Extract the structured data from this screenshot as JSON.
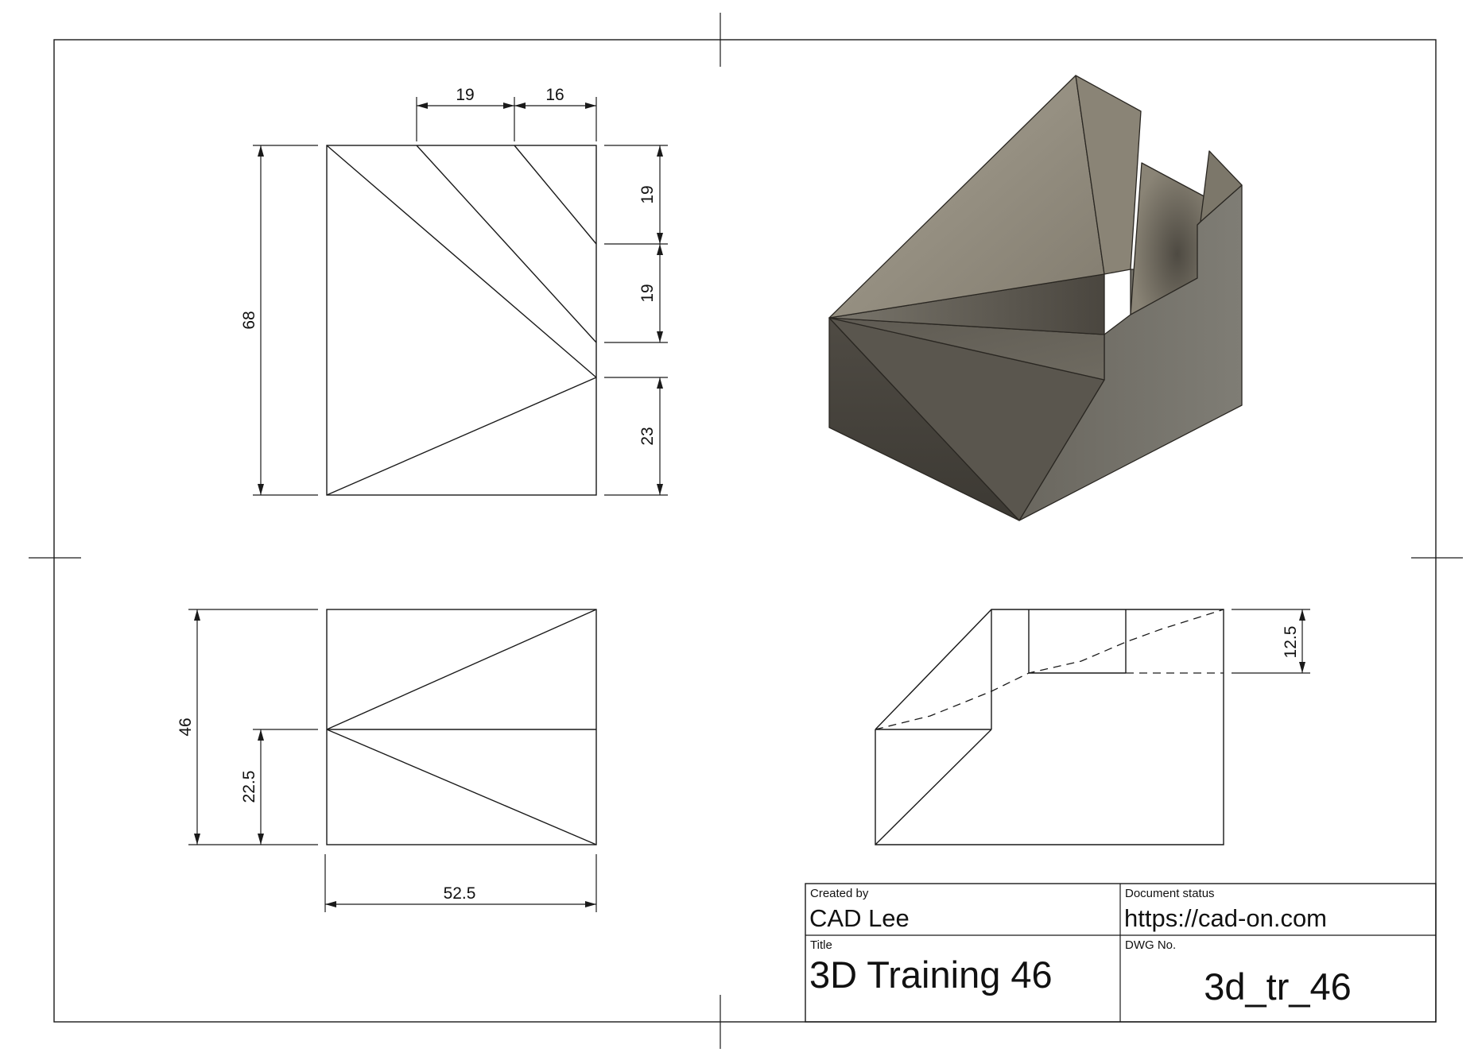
{
  "title_block": {
    "created_by_label": "Created by",
    "created_by": "CAD Lee",
    "status_label": "Document status",
    "status": "https://cad-on.com",
    "title_label": "Title",
    "title": "3D Training 46",
    "dwg_label": "DWG No.",
    "dwg": "3d_tr_46"
  },
  "top_view": {
    "dims": {
      "top_a": "19",
      "top_b": "16",
      "right_a": "19",
      "right_b": "19",
      "right_c": "23",
      "left_total": "68"
    }
  },
  "front_view": {
    "dims": {
      "height_total": "46",
      "height_mid": "22.5",
      "width": "52.5"
    }
  },
  "side_view": {
    "dims": {
      "depth": "12.5"
    }
  },
  "colors": {
    "line": "#1a1a1a",
    "face_top": "#8f887a",
    "face_light": "#a29c8e",
    "face_dark": "#4c4840",
    "face_right": "#6e6b63"
  }
}
